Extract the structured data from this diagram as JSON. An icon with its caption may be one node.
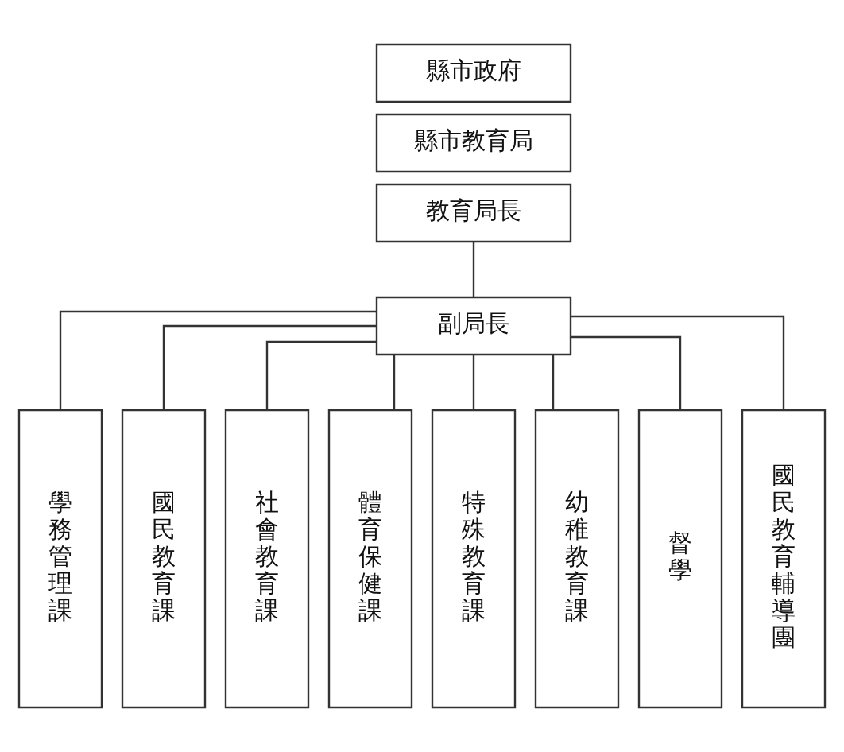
{
  "diagram": {
    "nodes": [
      {
        "text": [
          "縣市政府"
        ]
      },
      {
        "text": [
          "縣市教育局"
        ]
      },
      {
        "text": [
          "教育局長"
        ]
      },
      {
        "text": [
          "副局長"
        ]
      },
      {
        "text": [
          "學務管理課"
        ]
      },
      {
        "text": [
          "國民教育課"
        ]
      },
      {
        "text": [
          "社會教育課"
        ]
      },
      {
        "text": [
          "體育保健課"
        ]
      },
      {
        "text": [
          "特殊教育課"
        ]
      },
      {
        "text": [
          "幼稚教育課"
        ]
      },
      {
        "text": [
          "督學"
        ]
      },
      {
        "text": [
          "國民教育輔導團"
        ]
      }
    ],
    "edges": [
      {
        "from": 2,
        "to": 3,
        "arrow": "none"
      },
      {
        "from": 3,
        "to": 4,
        "arrow": "none"
      },
      {
        "from": 3,
        "to": 5,
        "arrow": "none"
      },
      {
        "from": 3,
        "to": 6,
        "arrow": "none"
      },
      {
        "from": 3,
        "to": 7,
        "arrow": "none"
      },
      {
        "from": 3,
        "to": 8,
        "arrow": "none"
      },
      {
        "from": 3,
        "to": 9,
        "arrow": "none"
      },
      {
        "from": 3,
        "to": 10,
        "arrow": "none"
      },
      {
        "from": 3,
        "to": 11,
        "arrow": "none"
      }
    ]
  }
}
